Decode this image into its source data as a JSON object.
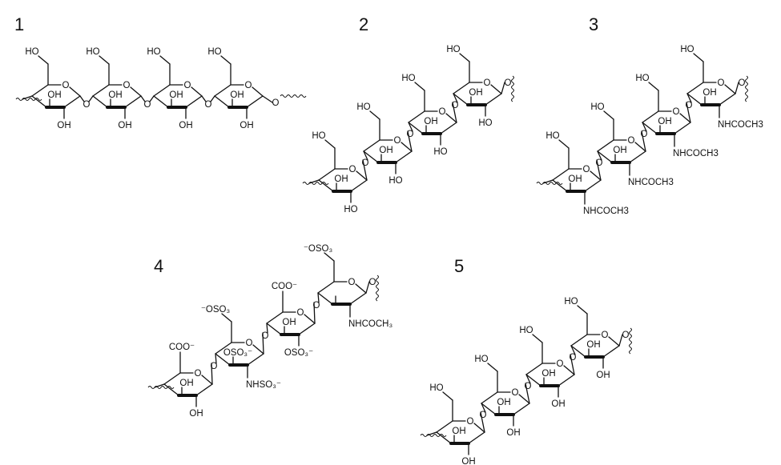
{
  "structures": [
    {
      "number": "1",
      "residues": [
        {
          "ch2": "HO",
          "ring": "O",
          "top": "",
          "a": "OH",
          "b": "OH",
          "c": "",
          "link": "O"
        },
        {
          "ch2": "HO",
          "ring": "O",
          "top": "",
          "a": "OH",
          "b": "OH",
          "c": "",
          "link": "O"
        },
        {
          "ch2": "HO",
          "ring": "O",
          "top": "",
          "a": "OH",
          "b": "OH",
          "c": "",
          "link": "O"
        },
        {
          "ch2": "HO",
          "ring": "O",
          "top": "",
          "a": "OH",
          "b": "OH",
          "c": "",
          "link": "O"
        }
      ]
    },
    {
      "number": "2",
      "residues": [
        {
          "ch2": "HO",
          "ring": "O",
          "top": "",
          "a": "OH",
          "b": "HO",
          "c": "",
          "link": "O"
        },
        {
          "ch2": "HO",
          "ring": "O",
          "top": "",
          "a": "OH",
          "b": "HO",
          "c": "",
          "link": "O"
        },
        {
          "ch2": "HO",
          "ring": "O",
          "top": "",
          "a": "OH",
          "b": "HO",
          "c": "",
          "link": "O"
        },
        {
          "ch2": "HO",
          "ring": "O",
          "top": "",
          "a": "OH",
          "b": "HO",
          "c": "",
          "link": "O"
        }
      ]
    },
    {
      "number": "3",
      "residues": [
        {
          "ch2": "HO",
          "ring": "O",
          "top": "",
          "a": "OH",
          "b": "",
          "c": "NHCOCH3",
          "link": "O"
        },
        {
          "ch2": "HO",
          "ring": "O",
          "top": "",
          "a": "OH",
          "b": "",
          "c": "NHCOCH3",
          "link": "O"
        },
        {
          "ch2": "HO",
          "ring": "O",
          "top": "",
          "a": "OH",
          "b": "",
          "c": "NHCOCH3",
          "link": "O"
        },
        {
          "ch2": "HO",
          "ring": "O",
          "top": "",
          "a": "OH",
          "b": "",
          "c": "NHCOCH3",
          "link": "O"
        }
      ]
    },
    {
      "number": "4",
      "residues": [
        {
          "ch2": "",
          "ring": "O",
          "top": "COO⁻",
          "a": "OH",
          "b": "OH",
          "c": "",
          "link": "O"
        },
        {
          "ch2": "⁻OSO₃",
          "ring": "O",
          "top": "",
          "a": "OSO₃⁻",
          "b": "",
          "c": "NHSO₃⁻",
          "link": "O"
        },
        {
          "ch2": "",
          "ring": "O",
          "top": "COO⁻",
          "a": "OH",
          "b": "OSO₃⁻",
          "c": "",
          "link": "O"
        },
        {
          "ch2": "⁻OSO₃",
          "ring": "O",
          "top": "",
          "a": "",
          "b": "",
          "c": "NHCOCH₃",
          "link": "O"
        }
      ]
    },
    {
      "number": "5",
      "residues": [
        {
          "ch2": "HO",
          "ring": "O",
          "top": "",
          "a": "OH",
          "b": "OH",
          "c": "",
          "link": "O"
        },
        {
          "ch2": "HO",
          "ring": "O",
          "top": "",
          "a": "OH",
          "b": "OH",
          "c": "",
          "link": "O"
        },
        {
          "ch2": "HO",
          "ring": "O",
          "top": "",
          "a": "OH",
          "b": "OH",
          "c": "",
          "link": "O"
        },
        {
          "ch2": "HO",
          "ring": "O",
          "top": "",
          "a": "OH",
          "b": "OH",
          "c": "",
          "link": "O"
        }
      ]
    }
  ]
}
